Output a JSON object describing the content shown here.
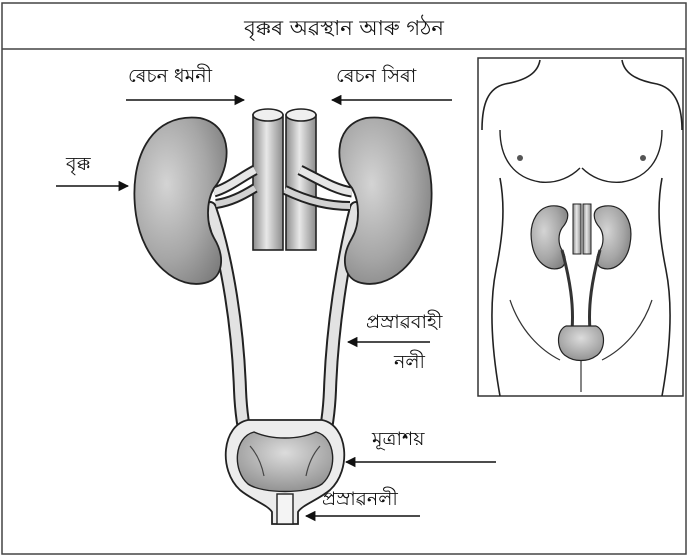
{
  "title": "বৃক্কৰ অৱস্থান আৰু গঠন",
  "labels": {
    "renal_artery": "ৰেচন ধমনী",
    "renal_vein": "ৰেচন সিৰা",
    "kidney": "বৃক্ক",
    "ureter_line1": "প্ৰস্ৰাৱবাহী",
    "ureter_line2": "নলী",
    "bladder": "মূত্ৰাশয়",
    "urethra": "প্ৰস্ৰাৱনলী"
  },
  "colors": {
    "organ_fill": "#9a9a9a",
    "organ_light": "#d6d6d6",
    "line": "#222222",
    "background": "#ffffff"
  }
}
